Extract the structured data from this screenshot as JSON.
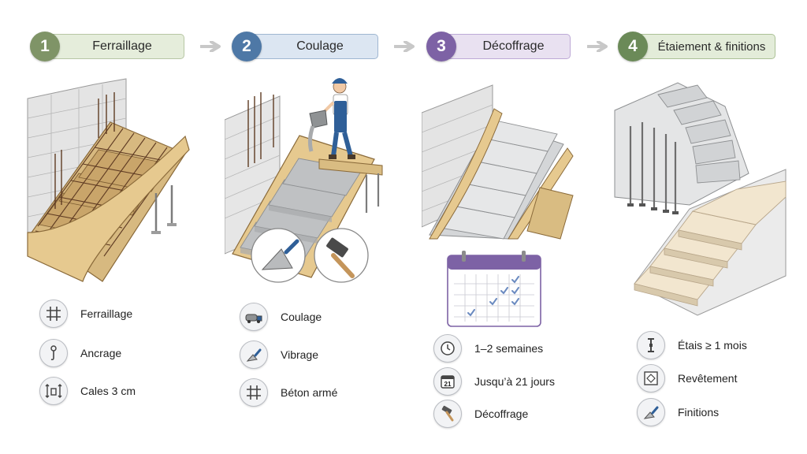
{
  "colors": {
    "step1": "#7f9467",
    "step2": "#4e78a6",
    "step3": "#7d62a5",
    "step4": "#6b8a58",
    "pill1_bg": "#e5eddb",
    "pill2_bg": "#dce6f2",
    "pill3_bg": "#e9e1f1",
    "pill4_bg": "#e3ecd9",
    "wood": "#e6c98f",
    "concrete": "#c9cbcd",
    "rebar": "#6e4a2e"
  },
  "steps": [
    {
      "number": "1",
      "title": "Ferraillage"
    },
    {
      "number": "2",
      "title": "Coulage"
    },
    {
      "number": "3",
      "title": "Décoffrage"
    },
    {
      "number": "4",
      "title": "Étaiement & finitions"
    }
  ],
  "legend": {
    "col1": [
      {
        "icon": "rebar-grid-icon",
        "label": "Ferraillage"
      },
      {
        "icon": "anchor-bolt-icon",
        "label": "Ancrage"
      },
      {
        "icon": "spacer-shims-icon",
        "label": "Cales 3 cm"
      }
    ],
    "col2": [
      {
        "icon": "concrete-mixer-truck-icon",
        "label": "Coulage"
      },
      {
        "icon": "trowel-icon",
        "label": "Vibrage"
      },
      {
        "icon": "rebar-grid-icon",
        "label": "Béton armé"
      }
    ],
    "col3": [
      {
        "icon": "clock-icon",
        "label": "1–2 semaines"
      },
      {
        "icon": "calendar-icon",
        "label": "Jusqu’à 21 jours",
        "calendar_day": "21"
      },
      {
        "icon": "hammer-icon",
        "label": "Décoffrage"
      }
    ],
    "col4": [
      {
        "icon": "prop-shore-icon",
        "label": "Étais ≥ 1 mois"
      },
      {
        "icon": "tile-icon",
        "label": "Revêtement"
      },
      {
        "icon": "trowel-icon",
        "label": "Finitions"
      }
    ]
  }
}
